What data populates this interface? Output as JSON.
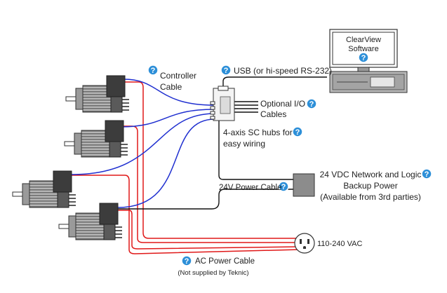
{
  "labels": {
    "controller_cable": [
      "Controller",
      "Cable"
    ],
    "usb": "USB (or hi-speed RS-232)",
    "optional_io": [
      "Optional I/O",
      "Cables"
    ],
    "sc_hub": [
      "4-axis SC hubs for",
      "easy wiring"
    ],
    "clearview": [
      "ClearView",
      "Software"
    ],
    "backup_power": [
      "24 VDC Network and Logic",
      "Backup Power",
      "(Available from 3rd parties)"
    ],
    "power_cable_24v": "24V Power Cable",
    "vac": "110-240 VAC",
    "ac_cable": "AC Power Cable",
    "ac_note": "(Not supplied by Teknic)"
  },
  "help_icon_glyph": "?",
  "colors": {
    "controller_wire": "#1f2fd0",
    "ac_wire": "#e01818",
    "dc_wire": "#111111",
    "help_icon": "#2d8fd8",
    "motor_fins": "#8a8a8a",
    "motor_head": "#3c3c3c"
  }
}
